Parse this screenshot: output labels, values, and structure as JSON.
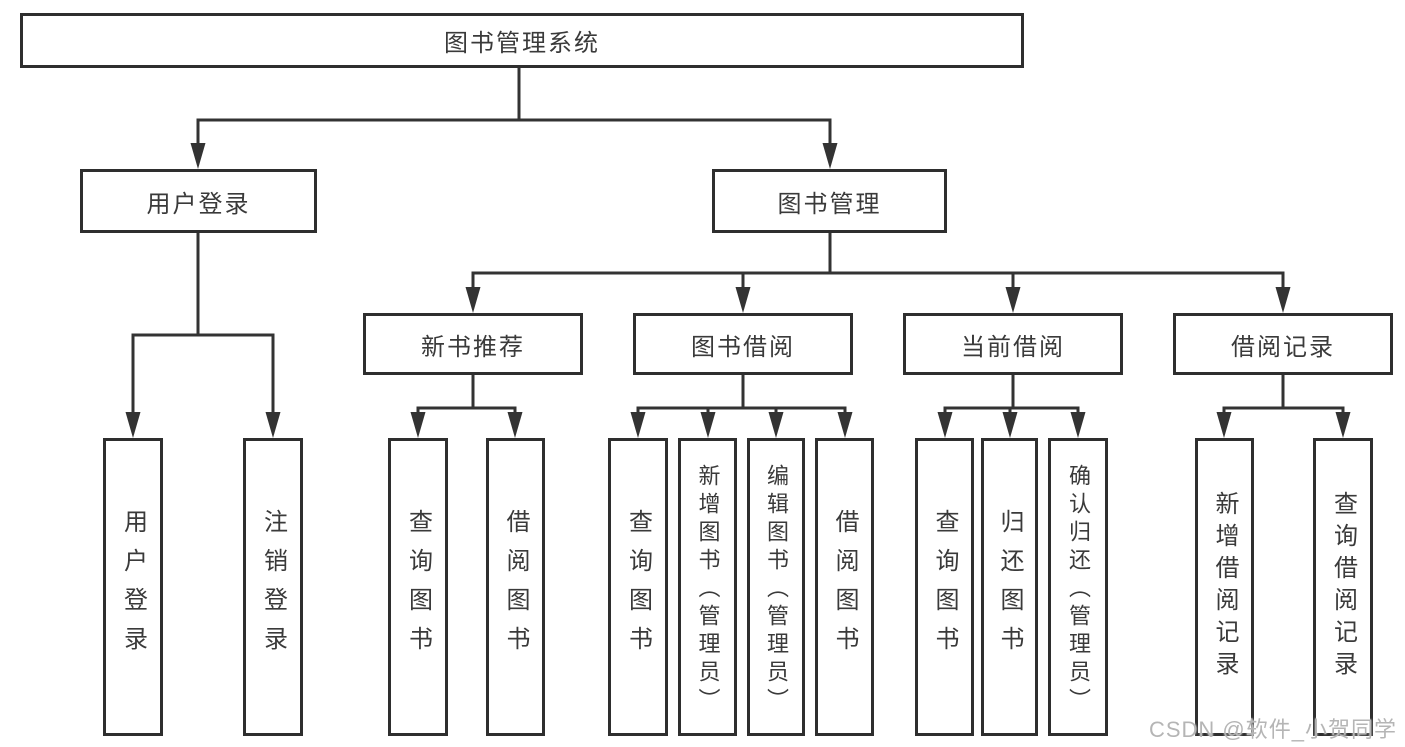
{
  "root": {
    "label": "图书管理系统"
  },
  "level1": [
    {
      "label": "用户登录"
    },
    {
      "label": "图书管理"
    }
  ],
  "level2": [
    {
      "label": "新书推荐"
    },
    {
      "label": "图书借阅"
    },
    {
      "label": "当前借阅"
    },
    {
      "label": "借阅记录"
    }
  ],
  "leaves": [
    {
      "label": "用户登录",
      "parent": "用户登录"
    },
    {
      "label": "注销登录",
      "parent": "用户登录"
    },
    {
      "label": "查询图书",
      "parent": "新书推荐"
    },
    {
      "label": "借阅图书",
      "parent": "新书推荐"
    },
    {
      "label": "查询图书",
      "parent": "图书借阅"
    },
    {
      "label": "新增图书（管理员）",
      "parent": "图书借阅"
    },
    {
      "label": "编辑图书（管理员）",
      "parent": "图书借阅"
    },
    {
      "label": "借阅图书",
      "parent": "图书借阅"
    },
    {
      "label": "查询图书",
      "parent": "当前借阅"
    },
    {
      "label": "归还图书",
      "parent": "当前借阅"
    },
    {
      "label": "确认归还（管理员）",
      "parent": "当前借阅"
    },
    {
      "label": "新增借阅记录",
      "parent": "借阅记录"
    },
    {
      "label": "查询借阅记录",
      "parent": "借阅记录"
    }
  ],
  "watermark": {
    "text": "CSDN @软件_小贺同学"
  },
  "colors": {
    "line": "#333333",
    "border": "#2e2e2e",
    "text": "#3a3a3a",
    "watermark": "#b5b5b5"
  }
}
